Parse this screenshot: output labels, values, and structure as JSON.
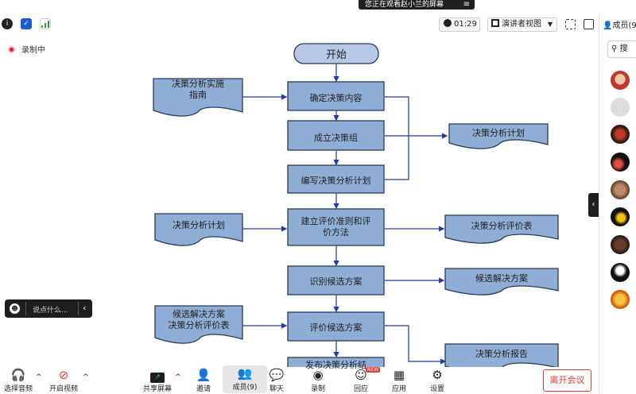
{
  "banner": {
    "text": "您正在观看赵小兰的屏幕",
    "menu_icon": "≡"
  },
  "toolbar": {
    "timer": "01:29",
    "view_mode": "演讲者视图"
  },
  "recording": {
    "label": "录制中"
  },
  "flowchart": {
    "start": "开始",
    "steps": [
      "确定决策内容",
      "成立决策组",
      "编写决策分析计划",
      "建立评价准则和评价方法",
      "识别候选方案",
      "评价候选方案",
      "发布决策分析结"
    ],
    "docs_left": [
      "决策分析实施指南",
      "决策分析计划",
      "候选解决方案\n决策分析评价表"
    ],
    "docs_right": [
      "决策分析计划",
      "决策分析评价表",
      "候选解决方案",
      "决策分析报告"
    ],
    "step4_lines": [
      "建立评价准则和评",
      "价方法"
    ],
    "doc_left1_lines": [
      "决策分析实施",
      "指南"
    ],
    "doc_left3_lines": [
      "候选解决方案",
      "决策分析评价表"
    ]
  },
  "chat": {
    "placeholder": "说点什么..."
  },
  "panel": {
    "title": "成员(9",
    "search": "搜"
  },
  "bottom": {
    "audio": "选择音频",
    "video": "开启视频",
    "share": "共享屏幕",
    "invite": "邀请",
    "members": "成员(9)",
    "chat": "聊天",
    "record": "录制",
    "react": "回应",
    "react_badge": "NEW",
    "apps": "应用",
    "settings": "设置",
    "leave": "离开会议"
  },
  "colors": {
    "box_fill": "#8faed6",
    "box_border": "#2b3a55",
    "start_fill": "#b7c9e6",
    "arrow": "#1f3aa8",
    "rec": "#e02020",
    "leave": "#e53935"
  }
}
